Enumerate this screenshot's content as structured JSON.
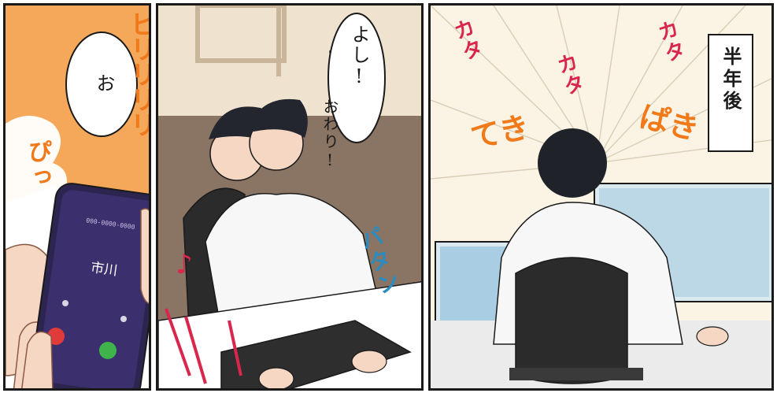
{
  "panel1": {
    "bubble_text": "お",
    "sfx_ring": "ピリリリリ",
    "sfx_pi": "ぴっ",
    "phone": {
      "number": "000-0000-0000",
      "caller": "市川"
    }
  },
  "panel2": {
    "bubble_text": "よし!",
    "speech_owari": "おわり!",
    "sfx_patan": "パタン"
  },
  "panel3": {
    "caption": "半年後",
    "sfx_kata": "カタ",
    "sfx_teki": "てき",
    "sfx_paki": "ぱき"
  },
  "colors": {
    "sfx_orange": "#f07a1a",
    "sfx_red": "#d9264d",
    "sfx_blue": "#2a8cc0",
    "ink": "#1a1a1a"
  }
}
